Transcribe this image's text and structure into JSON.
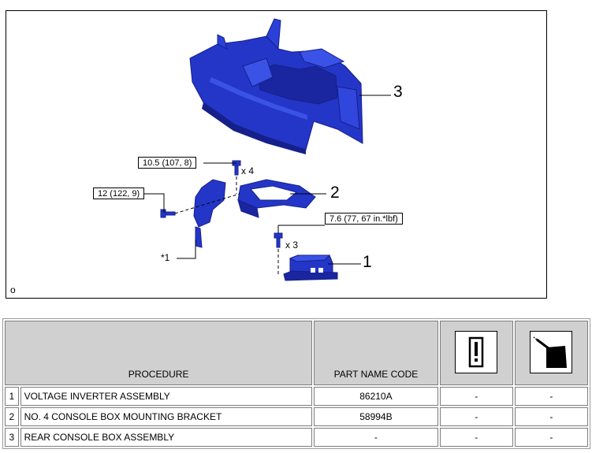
{
  "diagram": {
    "torques": {
      "t1": "10.5 (107, 8)",
      "t2": "12 (122, 9)",
      "t3": "7.6 (77, 67 in.*lbf)"
    },
    "quantities": {
      "q1": "x 4",
      "q2": "x 3"
    },
    "callouts": {
      "c1": "1",
      "c2": "2",
      "c3": "3"
    },
    "star_note": "*1",
    "corner_mark": "o",
    "colors": {
      "part": "#2436c8",
      "part_dark": "#16208a",
      "line": "#000000"
    }
  },
  "table": {
    "headers": {
      "procedure": "PROCEDURE",
      "part_name_code": "PART NAME CODE"
    },
    "header_icons": [
      "caution-exclamation-icon",
      "lubricant-oil-can-icon"
    ],
    "rows": [
      {
        "no": "1",
        "procedure": "VOLTAGE INVERTER ASSEMBLY",
        "code": "86210A",
        "c1": "-",
        "c2": "-"
      },
      {
        "no": "2",
        "procedure": "NO. 4 CONSOLE BOX MOUNTING BRACKET",
        "code": "58994B",
        "c1": "-",
        "c2": "-"
      },
      {
        "no": "3",
        "procedure": "REAR CONSOLE BOX ASSEMBLY",
        "code": "-",
        "c1": "-",
        "c2": "-"
      }
    ]
  }
}
